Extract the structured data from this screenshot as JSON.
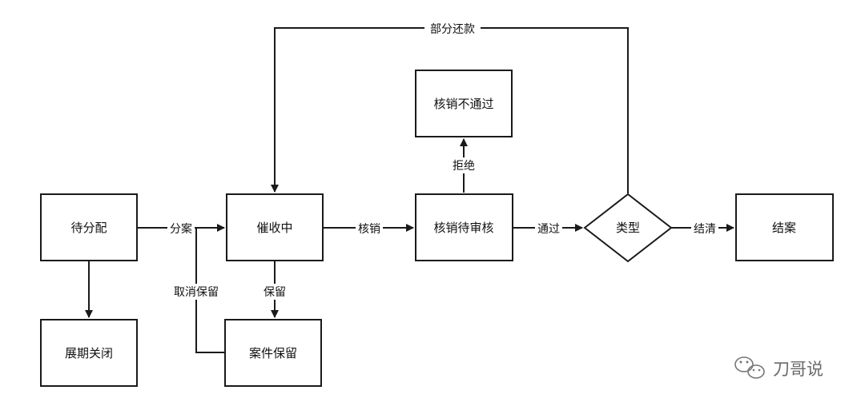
{
  "nodes": {
    "pending_assign": "待分配",
    "collecting": "催收中",
    "writeoff_review": "核销待审核",
    "writeoff_rejected": "核销不通过",
    "type": "类型",
    "closed": "结案",
    "extension_closed": "展期关闭",
    "case_retained": "案件保留"
  },
  "edges": {
    "assign": "分案",
    "writeoff": "核销",
    "reject": "拒绝",
    "pass": "通过",
    "settle": "结清",
    "retain": "保留",
    "cancel_retain": "取消保留",
    "partial_repay": "部分还款"
  },
  "watermark": {
    "text": "刀哥说",
    "icon": "wechat-icon"
  }
}
